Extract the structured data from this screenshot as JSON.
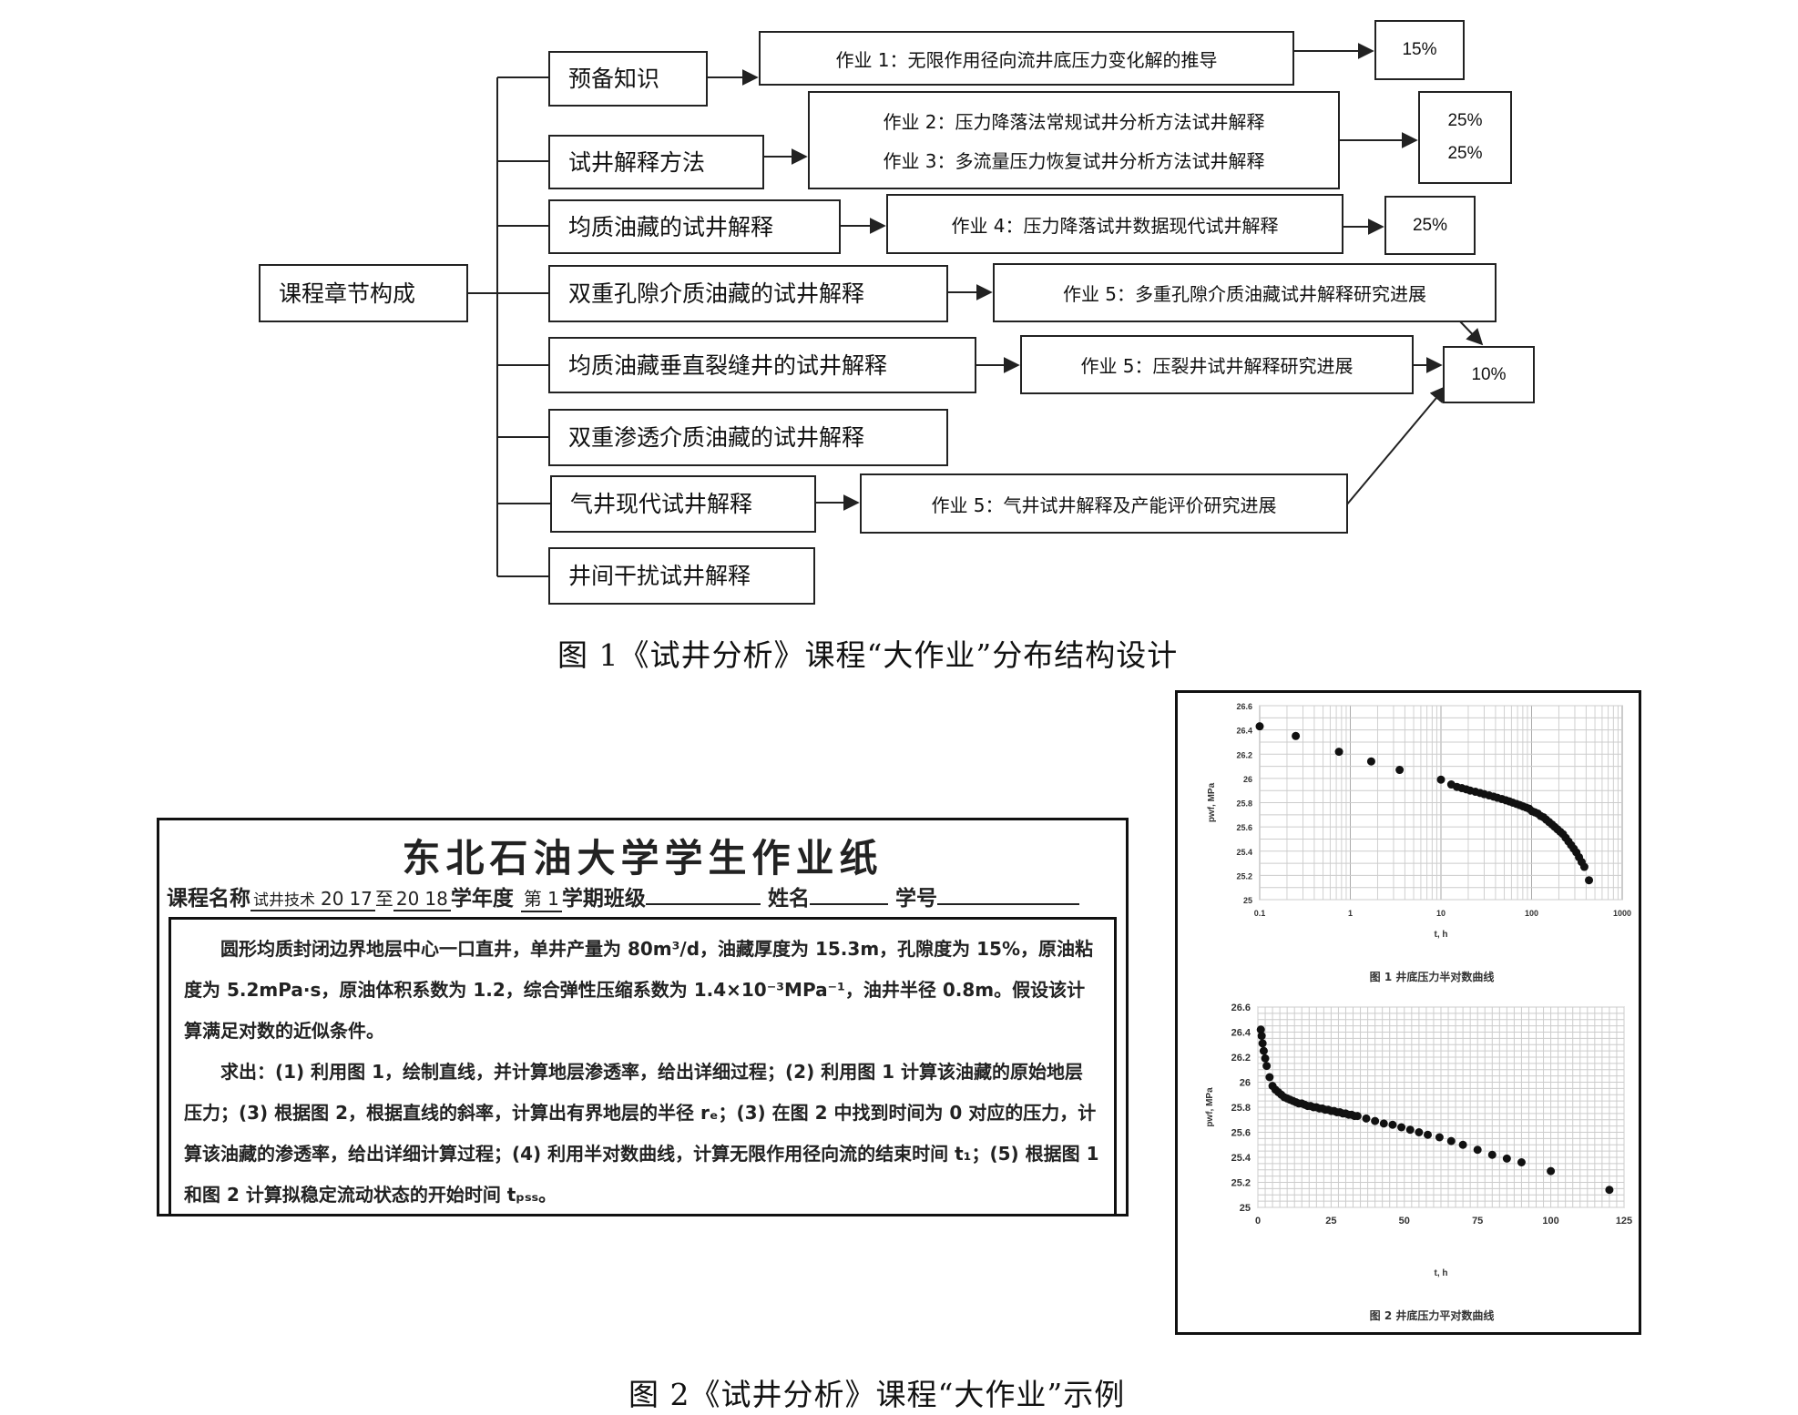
{
  "figure1": {
    "root": "课程章节构成",
    "chapters": [
      "预备知识",
      "试井解释方法",
      "均质油藏的试井解释",
      "双重孔隙介质油藏的试井解释",
      "均质油藏垂直裂缝井的试井解释",
      "双重渗透介质油藏的试井解释",
      "气井现代试井解释",
      "井间干扰试井解释"
    ],
    "assignments": [
      "作业 1：无限作用径向流井底压力变化解的推导",
      "作业 2：压力降落法常规试井分析方法试井解释",
      "作业 3：多流量压力恢复试井分析方法试井解释",
      "作业 4：压力降落试井数据现代试井解释",
      "作业 5：多重孔隙介质油藏试井解释研究进展",
      "作业 5：压裂井试井解释研究进展",
      "作业 5：气井试井解释及产能评价研究进展"
    ],
    "weights": [
      "15%",
      "25%",
      "25%",
      "25%",
      "10%"
    ],
    "caption": "图 1《试井分析》课程“大作业”分布结构设计"
  },
  "figure2": {
    "sheet": {
      "title": "东北石油大学学生作业纸",
      "course_label": "课程名称",
      "course_name": "试井技术",
      "year_pre1": "20",
      "year1": "17",
      "year_mid": "至",
      "year_pre2": "20",
      "year2": "18",
      "year_label": "学年度",
      "term": "第 1",
      "term_label": "学期班级",
      "name_label": "姓名",
      "id_label": "学号",
      "para1": "圆形均质封闭边界地层中心一口直井，单井产量为 80m³/d，油藏厚度为 15.3m，孔隙度为 15%，原油粘度为 5.2mPa·s，原油体积系数为 1.2，综合弹性压缩系数为 1.4×10⁻³MPa⁻¹，油井半径 0.8m。假设该计算满足对数的近似条件。",
      "para2": "求出：(1) 利用图 1，绘制直线，并计算地层渗透率，给出详细过程；(2) 利用图 1 计算该油藏的原始地层压力；(3) 根据图 2，根据直线的斜率，计算出有界地层的半径 rₑ；(3) 在图 2 中找到时间为 0 对应的压力，计算该油藏的渗透率，给出详细计算过程；(4) 利用半对数曲线，计算无限作用径向流的结束时间 t₁；(5) 根据图 1 和图 2 计算拟稳定流动状态的开始时间 tₚₛₛ。"
    },
    "caption": "图 2《试井分析》课程“大作业”示例"
  },
  "chart_data": [
    {
      "type": "scatter",
      "title": "图 1 井底压力半对数曲线",
      "xlabel": "t, h",
      "ylabel": "pwf, MPa",
      "x_scale": "log",
      "xlim": [
        0.1,
        1000
      ],
      "ylim": [
        25,
        26.6
      ],
      "x_ticks": [
        "0.1",
        "1",
        "10",
        "100",
        "1000"
      ],
      "y_ticks": [
        "25",
        "25.2",
        "25.4",
        "25.6",
        "25.8",
        "26",
        "26.2",
        "26.4",
        "26.6"
      ],
      "grid": true,
      "x": [
        0.1,
        0.25,
        0.75,
        1.7,
        3.5,
        10,
        13,
        15,
        17,
        19,
        21,
        24,
        27,
        30,
        34,
        38,
        42,
        47,
        52,
        57,
        62,
        68,
        74,
        80,
        87,
        94,
        101,
        109,
        117,
        126,
        135,
        145,
        156,
        168,
        180,
        193,
        207,
        222,
        238,
        255,
        273,
        292,
        312,
        334,
        357,
        382,
        430
      ],
      "y": [
        26.43,
        26.35,
        26.22,
        26.14,
        26.07,
        25.99,
        25.95,
        25.93,
        25.92,
        25.91,
        25.9,
        25.89,
        25.88,
        25.87,
        25.86,
        25.85,
        25.84,
        25.83,
        25.82,
        25.81,
        25.8,
        25.79,
        25.78,
        25.77,
        25.76,
        25.75,
        25.73,
        25.72,
        25.71,
        25.69,
        25.68,
        25.66,
        25.64,
        25.62,
        25.6,
        25.58,
        25.56,
        25.54,
        25.51,
        25.48,
        25.45,
        25.42,
        25.39,
        25.35,
        25.31,
        25.27,
        25.16
      ]
    },
    {
      "type": "scatter",
      "title": "图 2 井底压力平对数曲线",
      "xlabel": "t, h",
      "ylabel": "pwf, MPa",
      "xlim": [
        0,
        125
      ],
      "ylim": [
        25,
        26.6
      ],
      "x_ticks": [
        "0",
        "25",
        "50",
        "75",
        "100",
        "125"
      ],
      "y_ticks": [
        "25",
        "25.2",
        "25.4",
        "25.6",
        "25.8",
        "26",
        "26.2",
        "26.4",
        "26.6"
      ],
      "grid": true,
      "x": [
        1,
        1.3,
        1.6,
        2,
        2.5,
        3,
        4,
        5,
        6,
        7,
        8,
        9,
        10,
        11,
        12,
        13,
        14,
        15,
        16,
        17,
        18,
        19,
        20,
        21,
        22,
        23,
        24,
        25,
        26,
        27,
        28,
        29,
        30,
        31,
        32,
        33,
        34,
        37,
        40,
        43,
        46,
        49,
        52,
        55,
        58,
        62,
        66,
        70,
        75,
        80,
        85,
        90,
        100,
        120
      ],
      "y": [
        26.42,
        26.37,
        26.31,
        26.25,
        26.19,
        26.13,
        26.04,
        25.97,
        25.94,
        25.92,
        25.9,
        25.88,
        25.87,
        25.86,
        25.85,
        25.84,
        25.83,
        25.83,
        25.82,
        25.81,
        25.81,
        25.8,
        25.8,
        25.79,
        25.79,
        25.78,
        25.78,
        25.77,
        25.77,
        25.76,
        25.76,
        25.75,
        25.75,
        25.74,
        25.74,
        25.73,
        25.73,
        25.71,
        25.69,
        25.67,
        25.66,
        25.64,
        25.62,
        25.6,
        25.58,
        25.56,
        25.53,
        25.5,
        25.46,
        25.42,
        25.39,
        25.36,
        25.29,
        25.14
      ]
    }
  ]
}
